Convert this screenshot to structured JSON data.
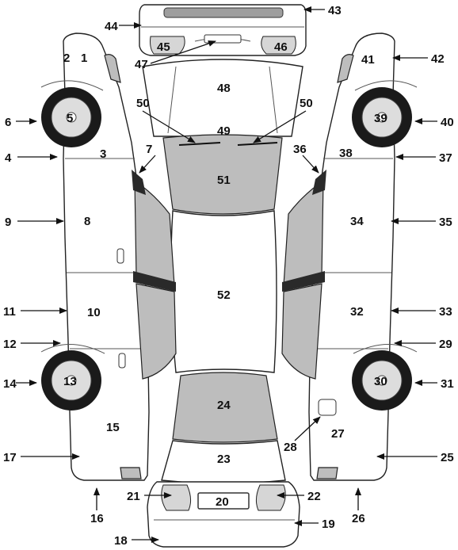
{
  "labels": {
    "l1": "1",
    "l2": "2",
    "l3": "3",
    "l4": "4",
    "l5": "5",
    "l6": "6",
    "l7": "7",
    "l8": "8",
    "l9": "9",
    "l10": "10",
    "l11": "11",
    "l12": "12",
    "l13": "13",
    "l14": "14",
    "l15": "15",
    "l16": "16",
    "l17": "17",
    "l18": "18",
    "l19": "19",
    "l20": "20",
    "l21": "21",
    "l22": "22",
    "l23": "23",
    "l24": "24",
    "l25": "25",
    "l26": "26",
    "l27": "27",
    "l28": "28",
    "l29": "29",
    "l30": "30",
    "l31": "31",
    "l32": "32",
    "l33": "33",
    "l34": "34",
    "l35": "35",
    "l36": "36",
    "l37": "37",
    "l38": "38",
    "l39": "39",
    "l40": "40",
    "l41": "41",
    "l42": "42",
    "l43": "43",
    "l44": "44",
    "l45": "45",
    "l46": "46",
    "l47": "47",
    "l48": "48",
    "l49": "49",
    "l50a": "50",
    "l50b": "50",
    "l51": "51",
    "l52": "52"
  },
  "colors": {
    "glass": "#bdbdbd",
    "tire": "#1a1a1a",
    "outline": "#222222"
  }
}
